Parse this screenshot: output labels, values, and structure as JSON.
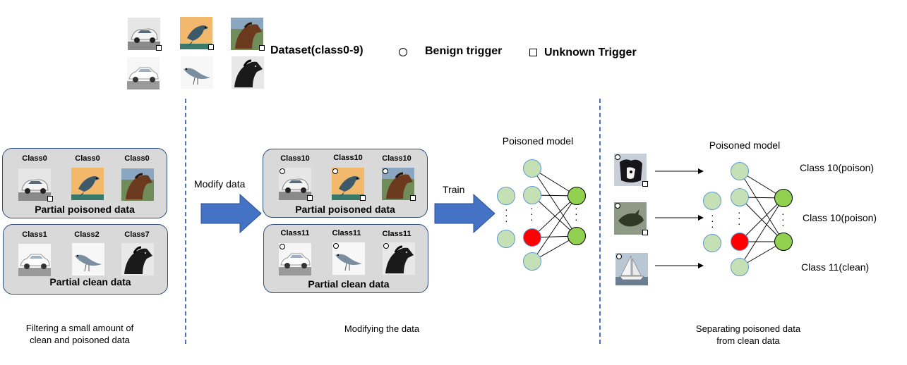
{
  "legend": {
    "dataset": "Dataset(class0-9)",
    "benign": "Benign trigger",
    "unknown": "Unknown Trigger"
  },
  "left_panel": {
    "poisoned_labels": [
      "Class0",
      "Class0",
      "Class0"
    ],
    "poisoned_title": "Partial poisoned data",
    "clean_labels": [
      "Class1",
      "Class2",
      "Class7"
    ],
    "clean_title": "Partial clean data"
  },
  "middle_panel": {
    "poisoned_labels": [
      "Class10",
      "Class10",
      "Class10"
    ],
    "poisoned_title": "Partial poisoned data",
    "clean_labels": [
      "Class11",
      "Class11",
      "Class11"
    ],
    "clean_title": "Partial clean data"
  },
  "arrows": {
    "modify": "Modify data",
    "train": "Train"
  },
  "model_titles": {
    "middle": "Poisoned model",
    "right": "Poisoned model"
  },
  "outputs": [
    "Class 10(poison)",
    "Class 10(poison)",
    "Class 11(clean)"
  ],
  "captions": {
    "left_line1": "Filtering a small amount of",
    "left_line2": "clean and poisoned data",
    "middle": "Modifying the data",
    "right_line1": "Separating poisoned data",
    "right_line2": "from clean data"
  },
  "colors": {
    "panel_fill": "#d9d9d9",
    "panel_border": "#2f4b7c",
    "arrow_blue": "#4472c4",
    "divider": "#4a72c4",
    "node_light": "#c5e0b4",
    "node_green": "#92d050",
    "node_red": "#ff0000",
    "node_border_blue": "#5b9bd5"
  },
  "image_subjects": [
    "car",
    "bird",
    "horse",
    "dog",
    "boat"
  ]
}
